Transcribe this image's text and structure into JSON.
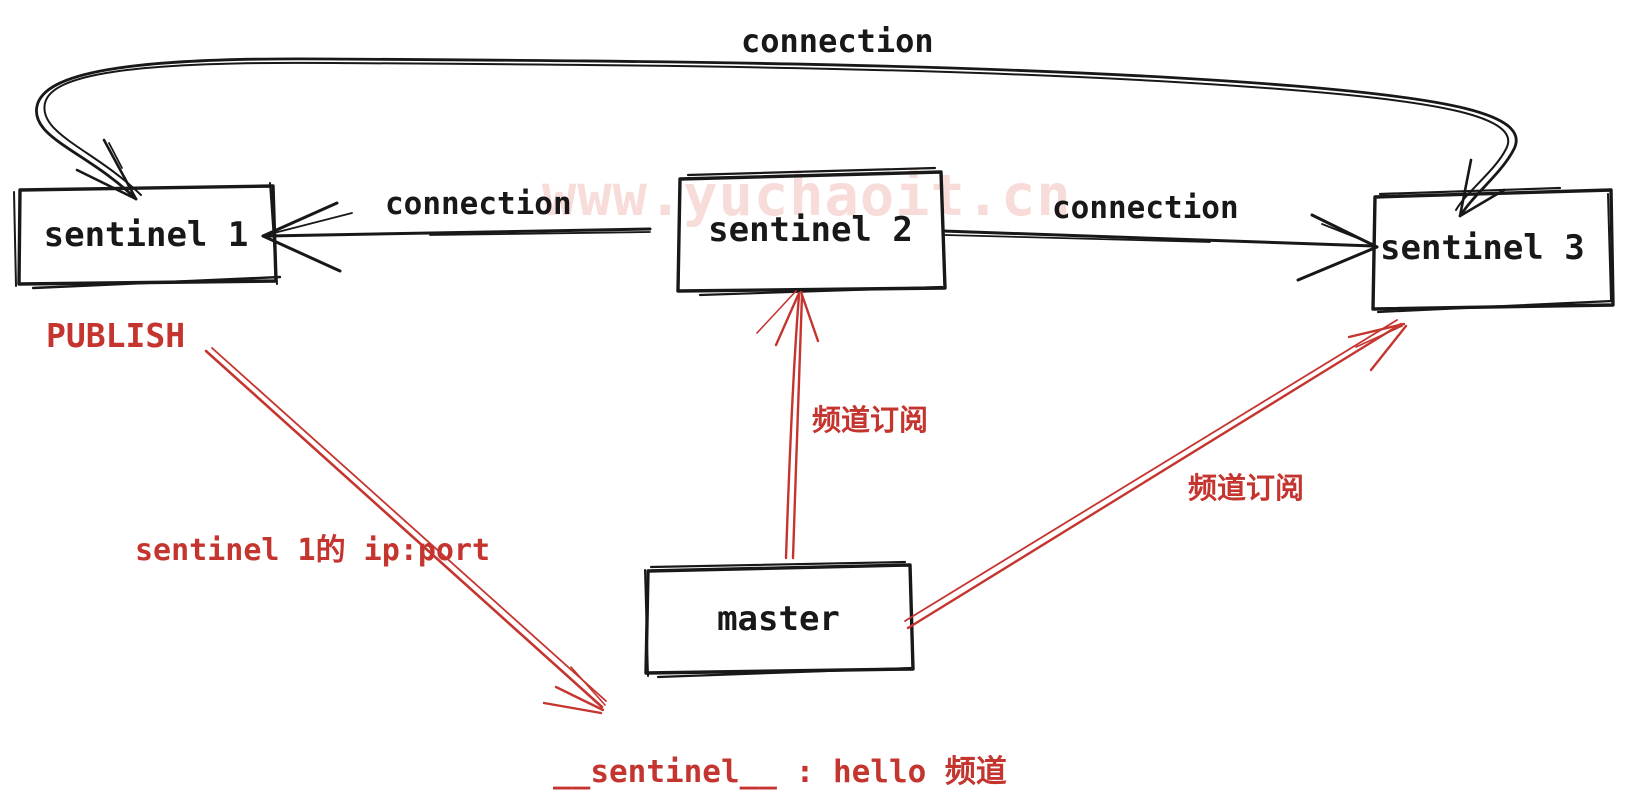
{
  "watermark": "www.yuchaoit.cn",
  "nodes": [
    {
      "id": "sentinel-1",
      "label": "sentinel 1"
    },
    {
      "id": "sentinel-2",
      "label": "sentinel 2"
    },
    {
      "id": "sentinel-3",
      "label": "sentinel 3"
    },
    {
      "id": "master",
      "label": "master"
    }
  ],
  "edge_labels": {
    "top_connection": "connection",
    "left_connection": "connection",
    "right_connection": "connection"
  },
  "annotations": {
    "publish": "PUBLISH",
    "sentinel1_ip_port": "sentinel 1的 ip:port",
    "channel_subscribe_left": "频道订阅",
    "channel_subscribe_right": "频道订阅",
    "sentinel_hello_channel": "__sentinel__ : hello 频道"
  },
  "colors": {
    "ink": "#181818",
    "red": "#c53530",
    "watermark_pink": "#f7dcd9"
  }
}
